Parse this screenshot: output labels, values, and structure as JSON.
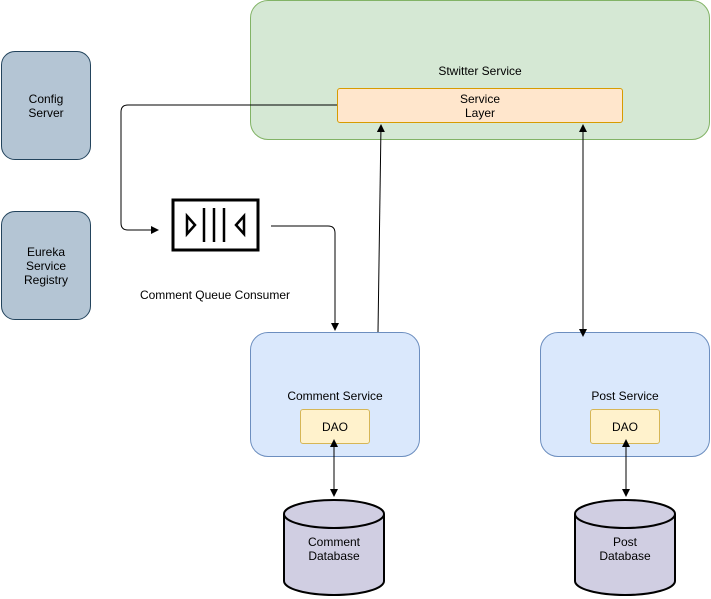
{
  "nodes": {
    "config_server": "Config\nServer",
    "eureka": "Eureka\nService\nRegistry",
    "stwitter_service": "Stwitter Service",
    "service_layer": "Service\nLayer",
    "queue_consumer": "Comment Queue Consumer",
    "comment_service": "Comment Service",
    "comment_dao": "DAO",
    "post_service": "Post Service",
    "post_dao": "DAO",
    "comment_database": "Comment\nDatabase",
    "post_database": "Post\nDatabase"
  },
  "colors": {
    "config_fill": "#b4c5d4",
    "blue_fill": "#dae8fc",
    "green_fill": "#d5e8d4",
    "orange_fill": "#ffe6cc",
    "yellow_fill": "#fff2cc",
    "db_fill": "#d0cee2"
  }
}
